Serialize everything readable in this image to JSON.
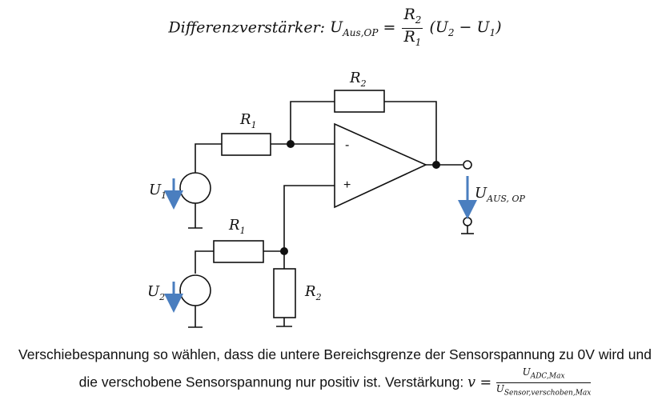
{
  "formula": {
    "prefix": "Differenzverstärker:",
    "lhs": "U",
    "lhs_sub": "Aus,OP",
    "equals": "=",
    "num": "R",
    "num_sub": "2",
    "den": "R",
    "den_sub": "1",
    "tail": "(U",
    "tail_sub1": "2",
    "minus": " − U",
    "tail_sub2": "1",
    "close": ")"
  },
  "labels": {
    "r2_top": "R",
    "r2_top_sub": "2",
    "r1_top": "R",
    "r1_top_sub": "1",
    "u1": "U",
    "u1_sub": "1",
    "u2": "U",
    "u2_sub": "2",
    "r1_bottom": "R",
    "r1_bottom_sub": "1",
    "r2_bottom": "R",
    "r2_bottom_sub": "2",
    "minus_sign": "-",
    "plus_sign": "+",
    "uout": "U",
    "uout_sub": "AUS, OP"
  },
  "text": {
    "line1": "Verschiebespannung so wählen, dass die untere Bereichsgrenze der Sensorspannung zu 0V wird und",
    "line2": "die verschobene Sensorspannung nur positiv ist. Verstärkung: ",
    "v": "v",
    "eq": " = ",
    "frac_num": "U",
    "frac_num_sub": "ADC,Max",
    "frac_den": "U",
    "frac_den_sub": "Sensor,verschoben,Max"
  },
  "colors": {
    "wire": "#111111",
    "arrow": "#4a7ebf"
  }
}
